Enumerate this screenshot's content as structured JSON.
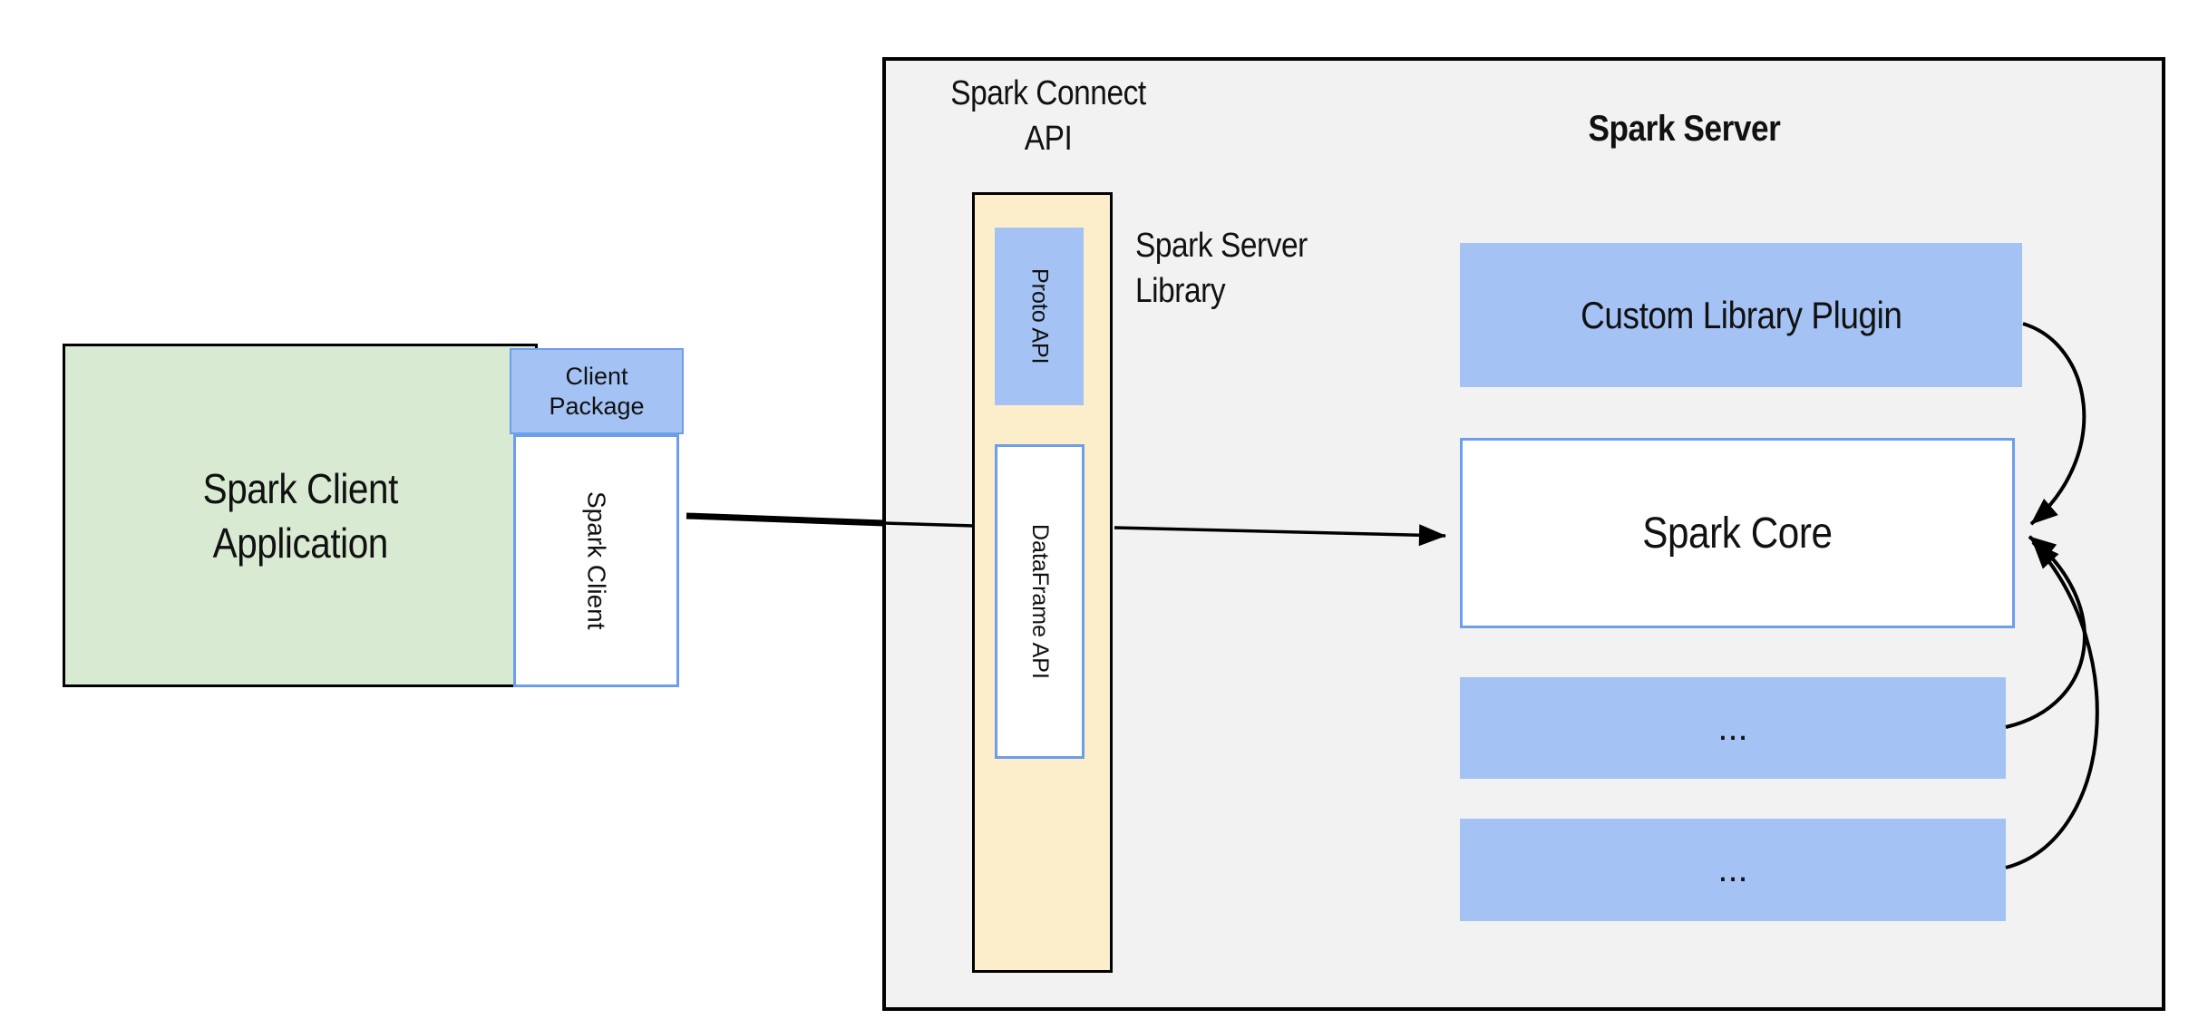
{
  "colors": {
    "green_fill": "#d9ead3",
    "blue_fill": "#a4c2f4",
    "cream_fill": "#fdeecb",
    "blue_border": "#6d9eeb",
    "gray_fill": "#f2f2f2",
    "line_black": "#000000"
  },
  "client": {
    "app_line1": "Spark Client",
    "app_line2": "Application",
    "package_line1": "Client",
    "package_line2": "Package",
    "spark_client": "Spark Client"
  },
  "server": {
    "connect_line1": "Spark Connect",
    "connect_line2": "API",
    "title": "Spark Server",
    "proto_api": "Proto  API",
    "dataframe_api": "DataFrame API",
    "library_line1": "Spark Server",
    "library_line2": "Library",
    "plugin": "Custom Library Plugin",
    "core": "Spark Core",
    "module1": "...",
    "module2": "..."
  }
}
